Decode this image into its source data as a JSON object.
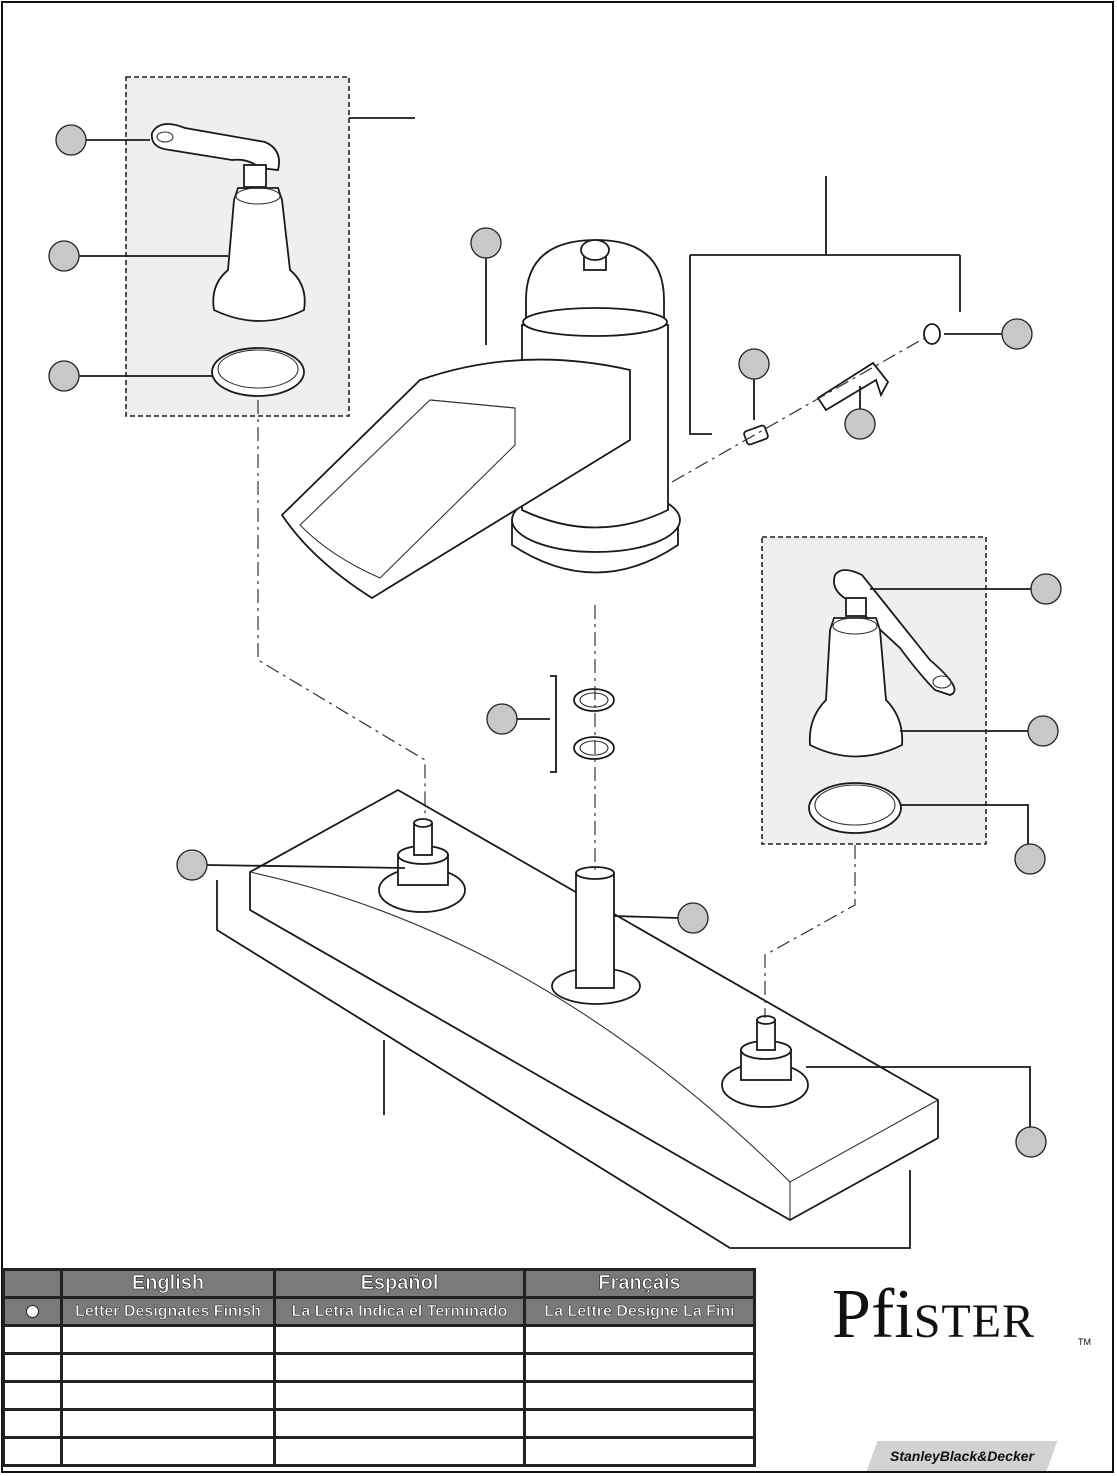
{
  "table": {
    "headers": [
      "",
      "English",
      "Español",
      "Français"
    ],
    "subheaders": [
      "Letter Designates Finish",
      "La Letra Indica el Terminado",
      "La Lettre Designe La Fini"
    ],
    "rows": [
      [
        "",
        "",
        "",
        ""
      ],
      [
        "",
        "",
        "",
        ""
      ],
      [
        "",
        "",
        "",
        ""
      ],
      [
        "",
        "",
        "",
        ""
      ],
      [
        "",
        "",
        "",
        ""
      ]
    ]
  },
  "brand": {
    "logo_big_p": "P",
    "logo_fi": "fi",
    "logo_rest": "STER",
    "tm": "TM"
  },
  "parent_brand": "StanleyBlack&Decker",
  "colors": {
    "callout_fill": "#c8c8c8",
    "panel_fill": "#efefef",
    "line": "#1a1a1a",
    "table_header": "#7a7a7a"
  }
}
